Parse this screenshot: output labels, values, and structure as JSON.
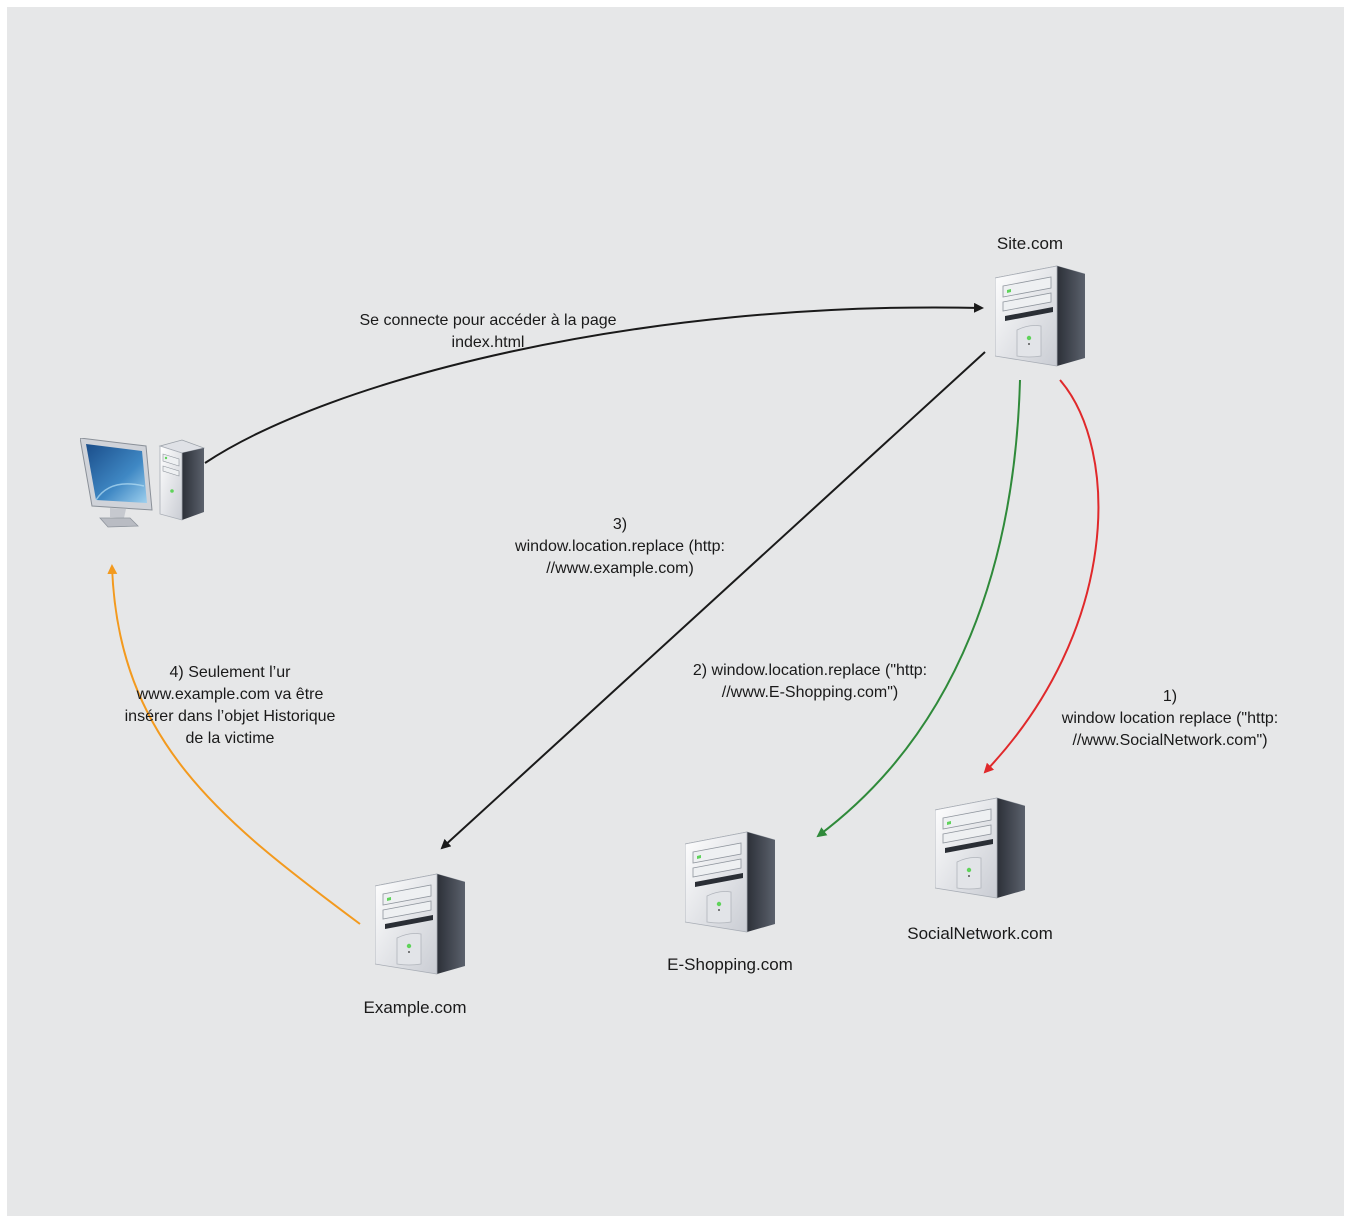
{
  "nodes": {
    "victim": {
      "name": "",
      "icon": "desktop-computer-icon"
    },
    "site": {
      "name": "Site.com",
      "icon": "server-tower-icon"
    },
    "example": {
      "name": "Example.com",
      "icon": "server-tower-icon"
    },
    "eshopping": {
      "name": "E-Shopping.com",
      "icon": "server-tower-icon"
    },
    "socialnetwork": {
      "name": "SocialNetwork.com",
      "icon": "server-tower-icon"
    }
  },
  "edges": {
    "connect": {
      "label": "Se connecte pour accéder à la page\nindex.html",
      "color": "#1a1a1a"
    },
    "step1": {
      "label": "1)\nwindow location replace (\"http:\n//www.SocialNetwork.com\")",
      "color": "#e0292b"
    },
    "step2": {
      "label": "2) window.location.replace (\"http:\n//www.E-Shopping.com\")",
      "color": "#2f8a3a"
    },
    "step3": {
      "label": "3)\nwindow.location.replace (http:\n//www.example.com)",
      "color": "#1a1a1a"
    },
    "step4": {
      "label": "4) Seulement l’ur\nwww.example.com va être\ninsérer dans l’objet Historique\nde la victime",
      "color": "#f39a1e"
    }
  },
  "colors": {
    "background": "#e6e7e8",
    "server_body": "#f2f3f5",
    "server_side": "#3a3f48",
    "led": "#5fd35a"
  }
}
